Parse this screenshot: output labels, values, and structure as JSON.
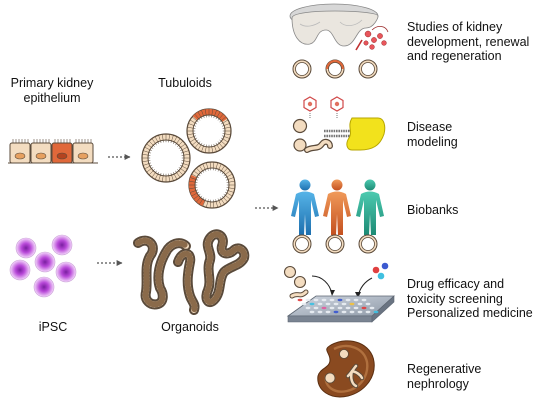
{
  "source_labels": {
    "primary": "Primary kidney\nepithelium",
    "ipsc": "iPSC"
  },
  "model_labels": {
    "tubuloids": "Tubuloids",
    "organoids": "Organoids"
  },
  "applications": [
    {
      "label": "Studies of kidney\ndevelopment, renewal\nand regeneration",
      "icon": "kidney-section-icon"
    },
    {
      "label": "Disease\nmodeling",
      "icon": "dna-mutation-icon"
    },
    {
      "label": "Biobanks",
      "icon": "human-figures-icon"
    },
    {
      "label": "Drug efficacy and\ntoxicity screening\nPersonalized medicine",
      "icon": "drug-plate-icon"
    },
    {
      "label": "Regenerative\nnephrology",
      "icon": "kidney-transplant-icon"
    }
  ],
  "colors": {
    "cell_fill": "#f3dcc0",
    "cell_stroke": "#5a4a3a",
    "highlight_orange": "#e0683a",
    "ipsc_purple": "#b848d8",
    "figure_blue": "#2e86c8",
    "figure_orange": "#e0793a",
    "figure_teal": "#2aa890",
    "arrow_gray": "#555555",
    "kidney_brown": "#8a4a20"
  }
}
